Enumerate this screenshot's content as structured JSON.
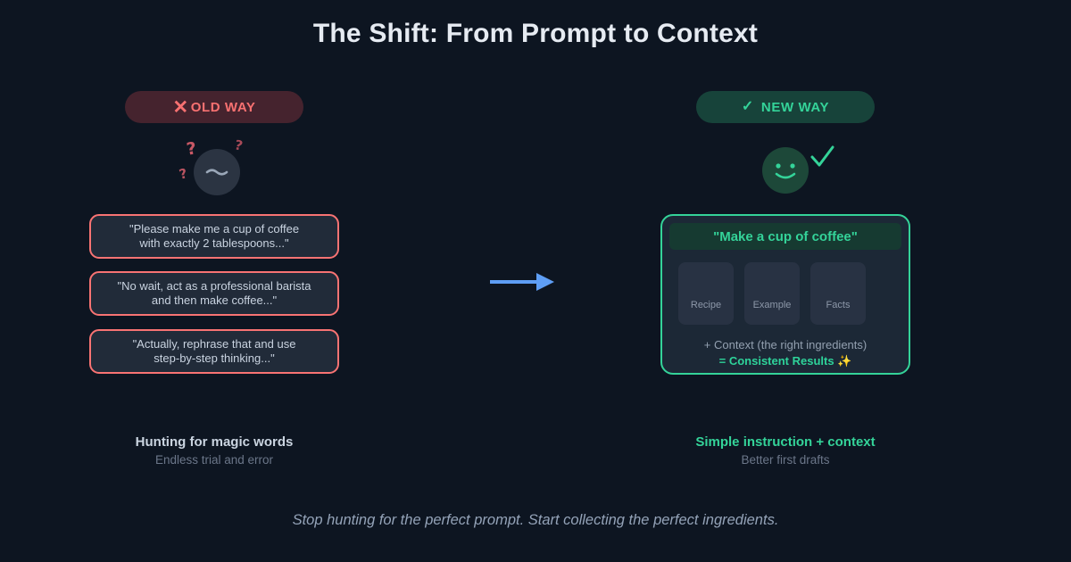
{
  "page": {
    "title": "The Shift: From Prompt to Context",
    "footer_quote": "Stop hunting for the perfect prompt. Start collecting the perfect ingredients."
  },
  "icons": {
    "x_icon": "✕",
    "check_icon": "✓",
    "question_mark": "?"
  },
  "old_way": {
    "badge_label": "OLD WAY",
    "prompts": [
      {
        "line1": "\"Please make me a cup of coffee",
        "line2": "with exactly 2 tablespoons...\""
      },
      {
        "line1": "\"No wait, act as a professional barista",
        "line2": "and then make coffee...\""
      },
      {
        "line1": "\"Actually, rephrase that and use",
        "line2": "step-by-step thinking...\""
      }
    ],
    "caption_title": "Hunting for magic words",
    "caption_sub": "Endless trial and error"
  },
  "new_way": {
    "badge_label": "NEW WAY",
    "instruction": "\"Make a cup of coffee\"",
    "chips": [
      "Recipe",
      "Example",
      "Facts"
    ],
    "context_line": "+ Context (the right ingredients)",
    "result_line": "= Consistent Results ✨",
    "caption_title": "Simple instruction + context",
    "caption_sub": "Better first drafts"
  },
  "colors": {
    "background": "#0d1521",
    "red_accent": "#f87171",
    "green_accent": "#34d399",
    "arrow_blue": "#5e9ef5"
  }
}
